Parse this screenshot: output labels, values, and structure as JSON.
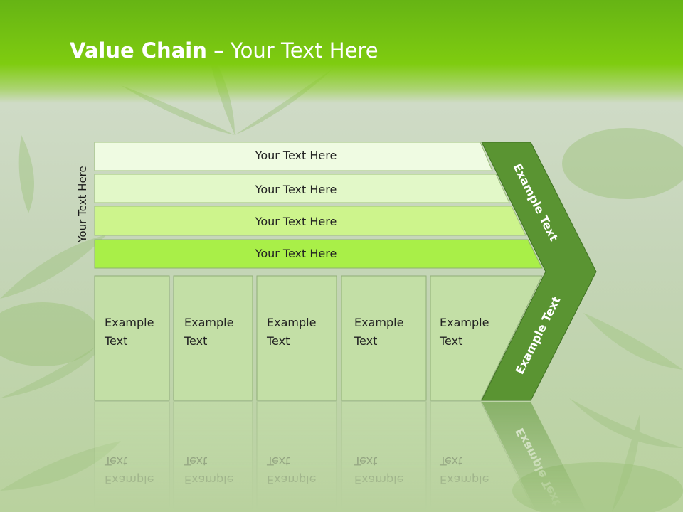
{
  "title": {
    "bold": "Value Chain",
    "rest": " – Your Text Here"
  },
  "side_label": "Your Text Here",
  "rows": [
    "Your Text Here",
    "Your Text Here",
    "Your Text Here",
    "Your Text Here"
  ],
  "columns": [
    [
      "Example",
      "Text"
    ],
    [
      "Example",
      "Text"
    ],
    [
      "Example",
      "Text"
    ],
    [
      "Example",
      "Text"
    ],
    [
      "Example",
      "Text"
    ]
  ],
  "chevron_labels": {
    "upper": "Example Text",
    "lower": "Example Text"
  },
  "colors": {
    "header_green": "#7fcc10",
    "row_fills": [
      "#effbe2",
      "#e2f8c8",
      "#cdf48c",
      "#a9ef48"
    ],
    "column_fill": "#c3dfa6",
    "chevron": "#5a9432"
  }
}
